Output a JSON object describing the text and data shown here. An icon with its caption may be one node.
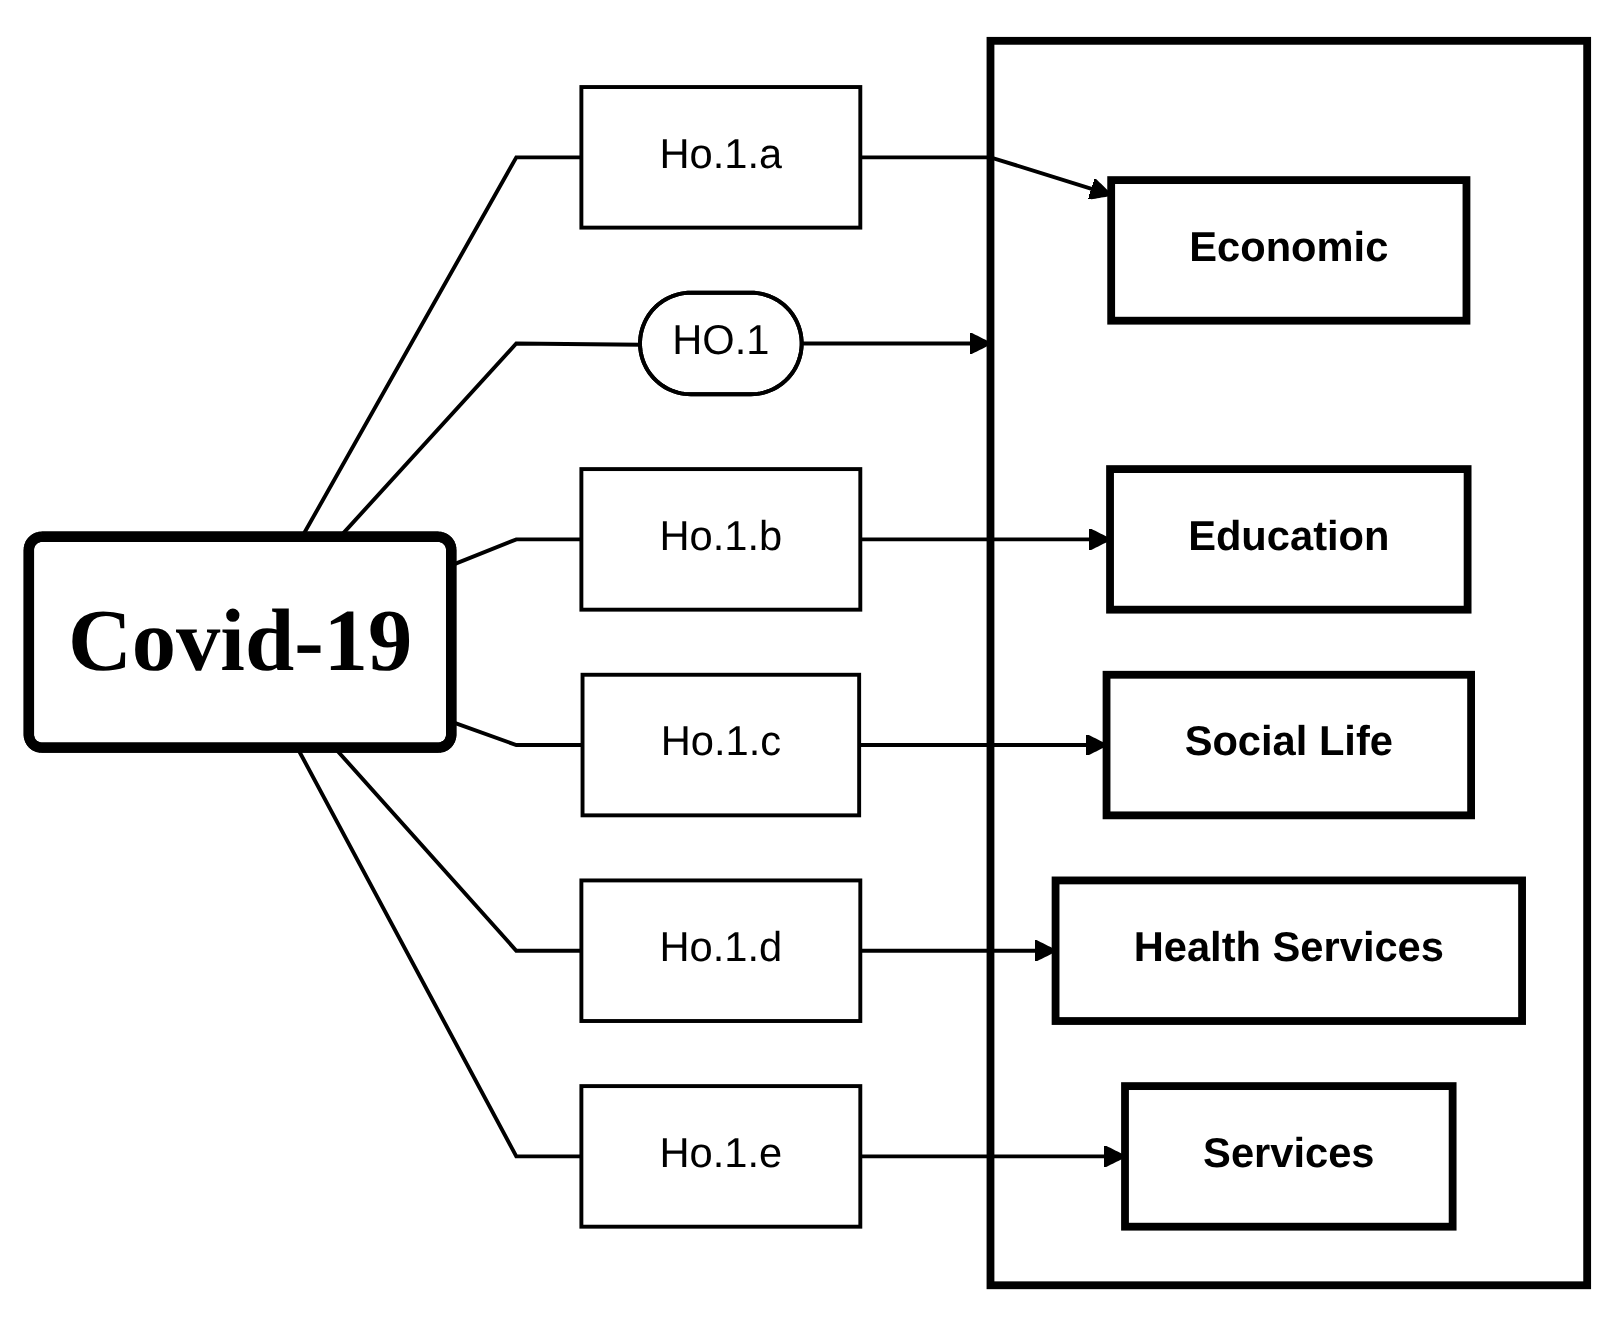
{
  "diagram": {
    "nodes": [
      {
        "text": [
          "Covid-19"
        ]
      },
      {
        "text": [
          "HO.1"
        ]
      },
      {
        "text": [],
        "shape": "box"
      },
      {
        "text": [
          "Economic"
        ],
        "in": 2
      },
      {
        "text": [
          "Education"
        ],
        "in": 2
      },
      {
        "text": [
          "Social Life"
        ],
        "in": 2
      },
      {
        "text": [
          "Health Services"
        ],
        "in": 2
      },
      {
        "text": [
          "Services"
        ],
        "in": 2
      },
      {
        "text": [
          "Ho.1.a"
        ]
      },
      {
        "text": [
          "Ho.1.b"
        ]
      },
      {
        "text": [
          "Ho.1.c"
        ]
      },
      {
        "text": [
          "Ho.1.d"
        ]
      },
      {
        "text": [
          "Ho.1.e"
        ]
      }
    ],
    "edges": [
      {
        "from": 0,
        "to": 1,
        "arrow": "none"
      },
      {
        "from": 1,
        "to": 2,
        "arrow": "to"
      },
      {
        "from": 0,
        "to": 8,
        "arrow": "none"
      },
      {
        "from": 8,
        "to": 3,
        "arrow": "to"
      },
      {
        "from": 0,
        "to": 9,
        "arrow": "none"
      },
      {
        "from": 9,
        "to": 4,
        "arrow": "to"
      },
      {
        "from": 0,
        "to": 10,
        "arrow": "none"
      },
      {
        "from": 10,
        "to": 5,
        "arrow": "to"
      },
      {
        "from": 0,
        "to": 11,
        "arrow": "none"
      },
      {
        "from": 11,
        "to": 6,
        "arrow": "to"
      },
      {
        "from": 0,
        "to": 12,
        "arrow": "none"
      },
      {
        "from": 12,
        "to": 7,
        "arrow": "to"
      }
    ]
  }
}
